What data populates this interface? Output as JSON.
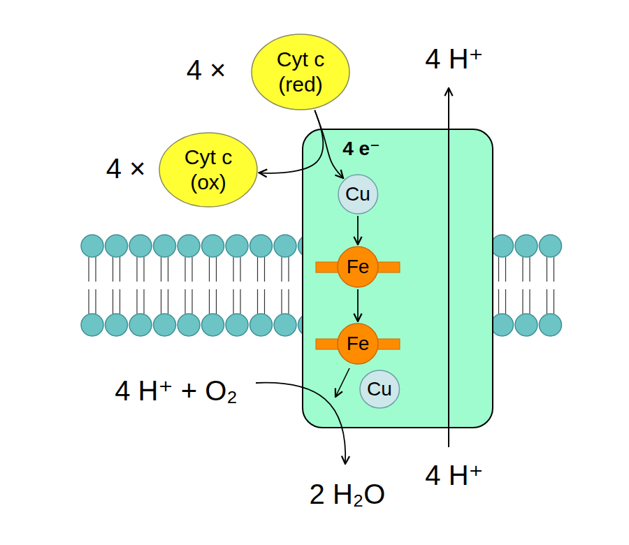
{
  "diagram": {
    "nodes": [
      {
        "text": [
          "Cyt c (red)"
        ]
      },
      {
        "text": [
          "Cyt c (ox)"
        ]
      },
      {
        "text": [
          "Cu"
        ]
      },
      {
        "text": [
          "Fe"
        ]
      },
      {
        "text": [
          "Fe"
        ]
      },
      {
        "text": [
          "Cu"
        ]
      }
    ],
    "edges": [
      {
        "from": 0,
        "to": 2,
        "arrow": "to"
      },
      {
        "from": 0,
        "to": 1,
        "arrow": "to"
      },
      {
        "from": 2,
        "to": 3,
        "arrow": "to"
      },
      {
        "from": 3,
        "to": 4,
        "arrow": "to"
      }
    ],
    "labels": [
      "4 ×",
      "4 ×",
      "4 e⁻",
      "4 H⁺",
      "4 H⁺ + O₂",
      "2 H₂O",
      "4 H⁺"
    ]
  }
}
